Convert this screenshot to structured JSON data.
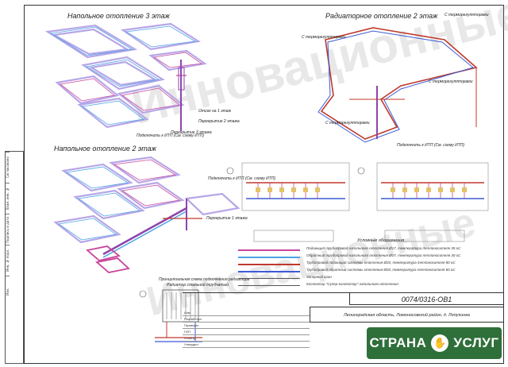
{
  "titles": {
    "floor3": "Напольное отопление 3 этаж",
    "floor2": "Напольное отопление 2 этаж",
    "radiator2": "Радиаторное отопление 2 этаж"
  },
  "labels": {
    "to_itp_left": "Подключить к ИТП (См. схему ИТП)",
    "to_itp_right": "Подключить к ИТП (См. схему ИТП)",
    "to_itp_mid": "Подключить к ИТП (См. схему ИТП)",
    "riser_floor3": "Перекрытие 3 этажа",
    "riser_floor2": "Перекрытие 2 этажа",
    "riser_floor1": "Перекрытие 1 этажа",
    "to_floor1": "Отсек на 1 этаж",
    "c_thermoheads": "С терморегуляторами",
    "radiator_note": "Принципиальная схема подключения радиатора",
    "radiator_note2": "Радиатор стальной трубчатый",
    "legend_title": "Условные обозначения"
  },
  "legend": [
    {
      "text": "Подающий трубопровод напольного отопления Ø17, температура теплоносителя 35 oC",
      "color": "#c9449a"
    },
    {
      "text": "Обратный трубопровод напольного отопления Ø17, температура теплоносителя 30 oC",
      "color": "#4aa3e6"
    },
    {
      "text": "Трубопровод подающий системы отопления Ø20, температура теплоносителя 80 oC",
      "color": "#c0392b"
    },
    {
      "text": "Трубопровод обратный системы отопления Ø20, температура теплоносителя 60 oC",
      "color": "#3b5bd6"
    },
    {
      "text": "Запорный кран",
      "color": "#555555"
    },
    {
      "text": "Коллектор \"Супер-коллектор\" напольного отопления",
      "color": "#555555"
    }
  ],
  "stamp": {
    "doc_code": "0074/0316-ОВ1",
    "address": "Ленинградская область, Ломоносовский район, д. Лопухинка",
    "rows": [
      "Изм.",
      "Разработал",
      "Проверил",
      "ГИП",
      "Н.контр.",
      "Утвердил"
    ]
  },
  "left_strip": [
    "Согласовано",
    "Взам. инв. №",
    "Подпись и дата",
    "Инв. № подл.",
    "Изм."
  ],
  "brand": {
    "text_left": "СТРАНА",
    "text_right": "УСЛУГ",
    "mark": "✋"
  },
  "watermark": "Инновационные",
  "colors": {
    "supply_floor": "#c9449a",
    "return_floor": "#4aa3e6",
    "supply_rad": "#c0392b",
    "return_rad": "#3b5bd6",
    "loop_fill": "#b7a6e8",
    "brand": "#2f6f3a"
  }
}
